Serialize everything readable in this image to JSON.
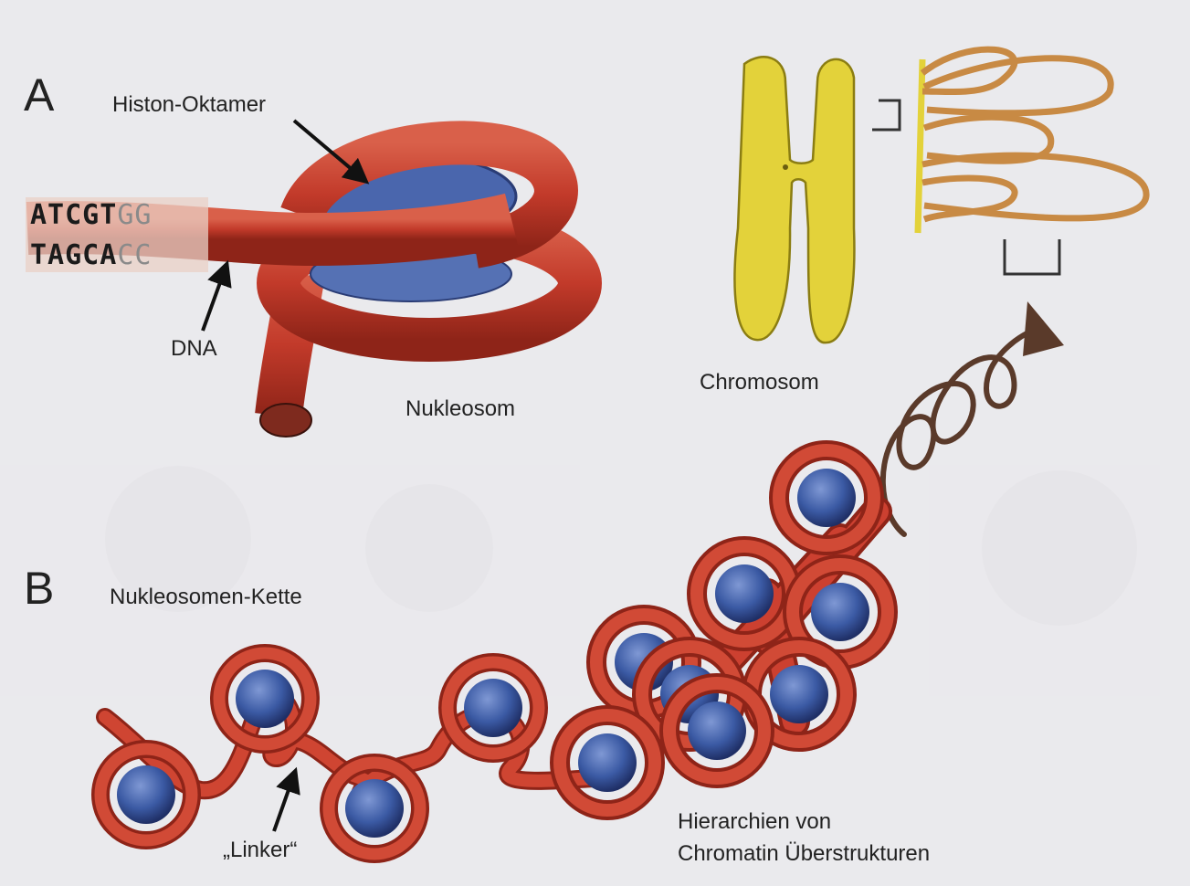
{
  "panels": {
    "a": {
      "letter": "A",
      "histone_label": "Histon-Oktamer",
      "dna_label": "DNA",
      "sequence_top": "ATCGT",
      "sequence_top_fade": "GG",
      "sequence_bottom": "TAGCA",
      "sequence_bottom_fade": "CC",
      "nucleosome_label": "Nukleosom",
      "chromosome_label": "Chromosom"
    },
    "b": {
      "letter": "B",
      "chain_label": "Nukleosomen-Kette",
      "linker_label": "„Linker“",
      "hierarchy_line1": "Hierarchien von",
      "hierarchy_line2": "Chromatin Überstrukturen"
    }
  },
  "colors": {
    "dna_red": "#c8402f",
    "dna_dark": "#7a1e14",
    "histone_blue": "#3f5fa8",
    "chromosome_yellow": "#e3d23a",
    "loop_tan": "#d19a52",
    "arrow_brown": "#5a3a2a"
  }
}
